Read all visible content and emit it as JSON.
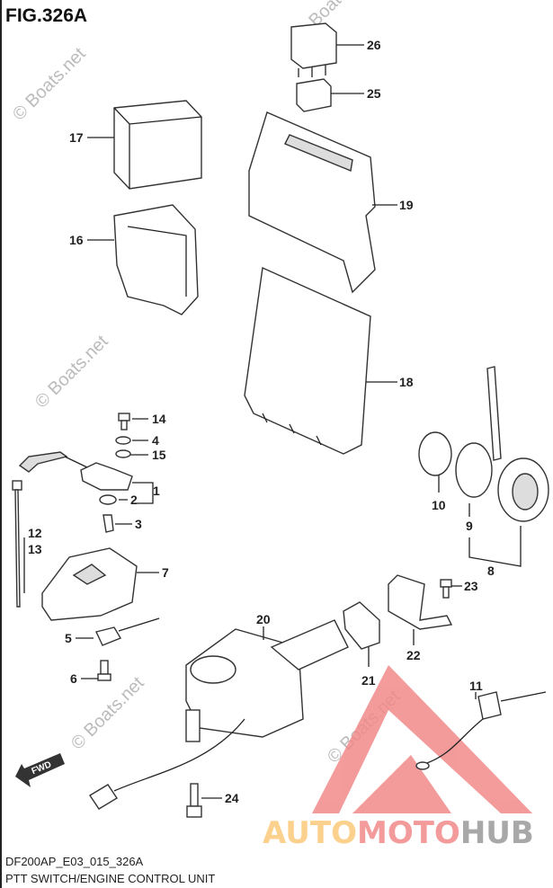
{
  "figure": {
    "title": "FIG.326A",
    "code": "DF200AP_E03_015_326A",
    "caption": "PTT SWITCH/ENGINE CONTROL UNIT"
  },
  "callouts": [
    "1",
    "2",
    "3",
    "4",
    "5",
    "6",
    "7",
    "8",
    "9",
    "10",
    "11",
    "12",
    "13",
    "14",
    "15",
    "16",
    "17",
    "18",
    "19",
    "20",
    "21",
    "22",
    "23",
    "24",
    "25",
    "26"
  ],
  "direction_label": "FWD",
  "watermark": "© Boats.net",
  "logo": {
    "part1": "AUTO",
    "part2": "MOTO",
    "part3": "HUB",
    "colors": {
      "auto": "#fbc97a",
      "moto": "#f28a8a",
      "hub": "#9a9a9a"
    }
  }
}
